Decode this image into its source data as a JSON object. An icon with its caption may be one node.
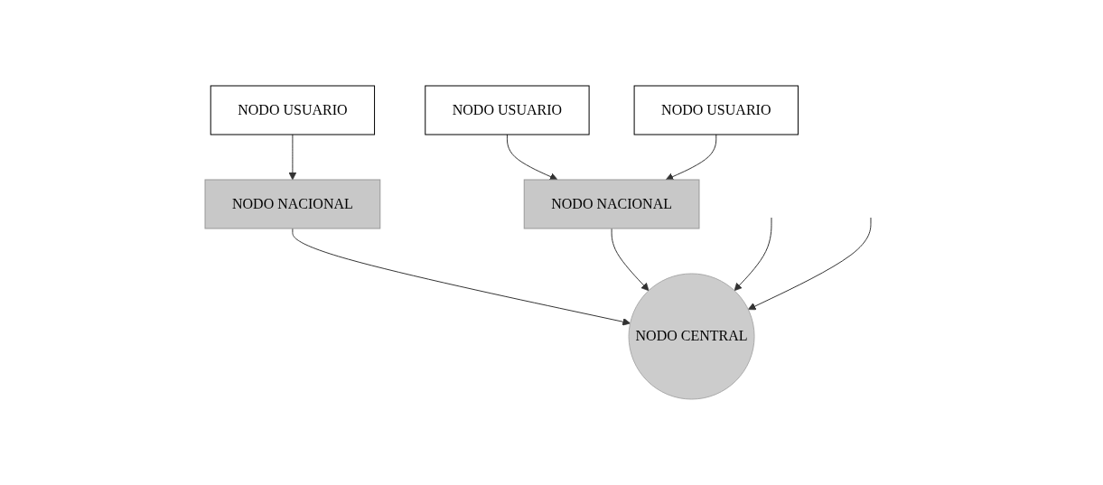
{
  "diagram": {
    "nodes": [
      {
        "text": [
          "NODO NACIONAL"
        ]
      },
      {
        "text": [
          "NODO USUARIO"
        ]
      },
      {
        "text": [
          "NODO NACIONAL"
        ]
      },
      {
        "text": [
          "NODO USUARIO"
        ]
      },
      {
        "text": [
          "NODO CENTRAL"
        ]
      },
      {
        "text": [
          "NODO USUARIO"
        ]
      }
    ],
    "edges": [
      {
        "from": 0,
        "to": 4,
        "arrow": "to"
      },
      {
        "from": 1,
        "to": 2,
        "arrow": "to"
      },
      {
        "from": 2,
        "to": 4,
        "arrow": "to"
      },
      {
        "from": 3,
        "to": 0,
        "arrow": "to"
      },
      {
        "from": 5,
        "to": 2,
        "arrow": "to"
      },
      {
        "from": null,
        "to": 4,
        "arrow": "to"
      },
      {
        "from": null,
        "to": 4,
        "arrow": "to"
      }
    ]
  }
}
